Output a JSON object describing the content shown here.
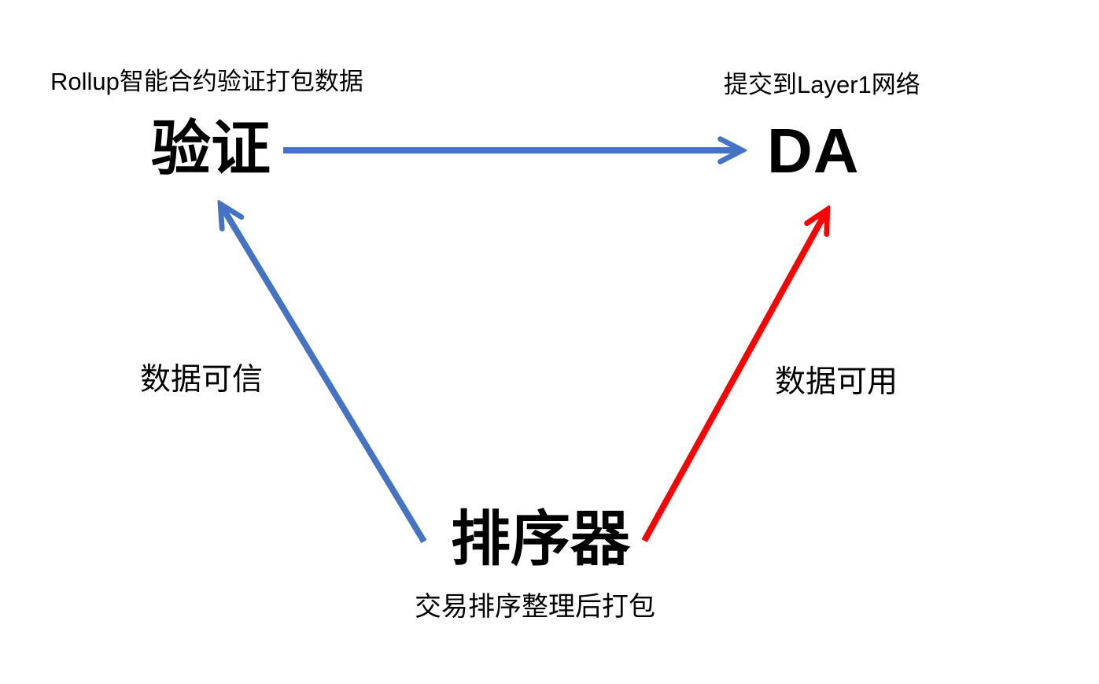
{
  "diagram": {
    "nodes": {
      "verify": {
        "title": "验证",
        "caption": "Rollup智能合约验证打包数据"
      },
      "da": {
        "title": "DA",
        "caption": "提交到Layer1网络"
      },
      "sequencer": {
        "title": "排序器",
        "caption": "交易排序整理后打包"
      }
    },
    "edges": {
      "verify_to_da": {
        "from": "验证",
        "to": "DA",
        "label": ""
      },
      "sequencer_to_verify": {
        "from": "排序器",
        "to": "验证",
        "label": "数据可信"
      },
      "sequencer_to_da": {
        "from": "排序器",
        "to": "DA",
        "label": "数据可用"
      }
    },
    "colors": {
      "arrow_blue": "#4472C4",
      "arrow_red": "#FB0200",
      "text": "#000000",
      "background": "#FFFFFF"
    }
  }
}
